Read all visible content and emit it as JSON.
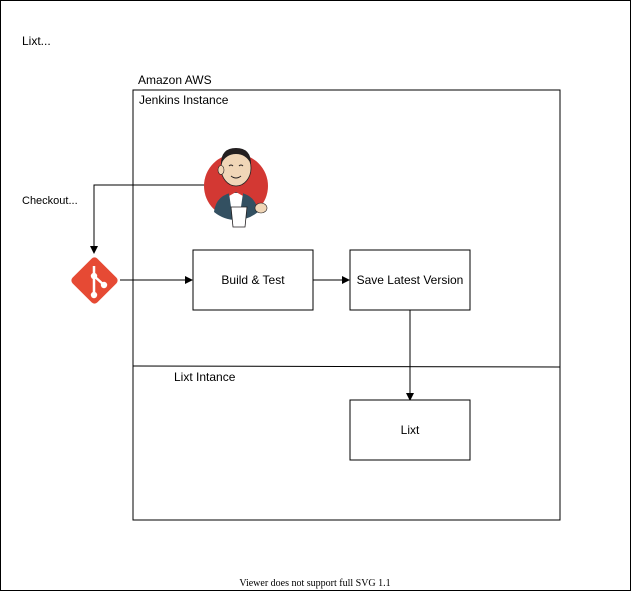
{
  "diagram": {
    "title": "Lixt...",
    "labels": {
      "aws": "Amazon AWS",
      "jenkins_instance": "Jenkins Instance",
      "checkout": "Checkout...",
      "lixt_instance": "Lixt Intance"
    },
    "boxes": {
      "build_test": "Build & Test",
      "save_latest": "Save Latest Version",
      "lixt": "Lixt"
    },
    "icons": {
      "jenkins": "jenkins-butler-icon",
      "git": "git-icon"
    },
    "colors": {
      "stroke": "#000000",
      "git": "#E64A34",
      "jenkins_red": "#D33833",
      "background": "#FFFFFF"
    },
    "footer": "Viewer does not support full SVG 1.1"
  }
}
